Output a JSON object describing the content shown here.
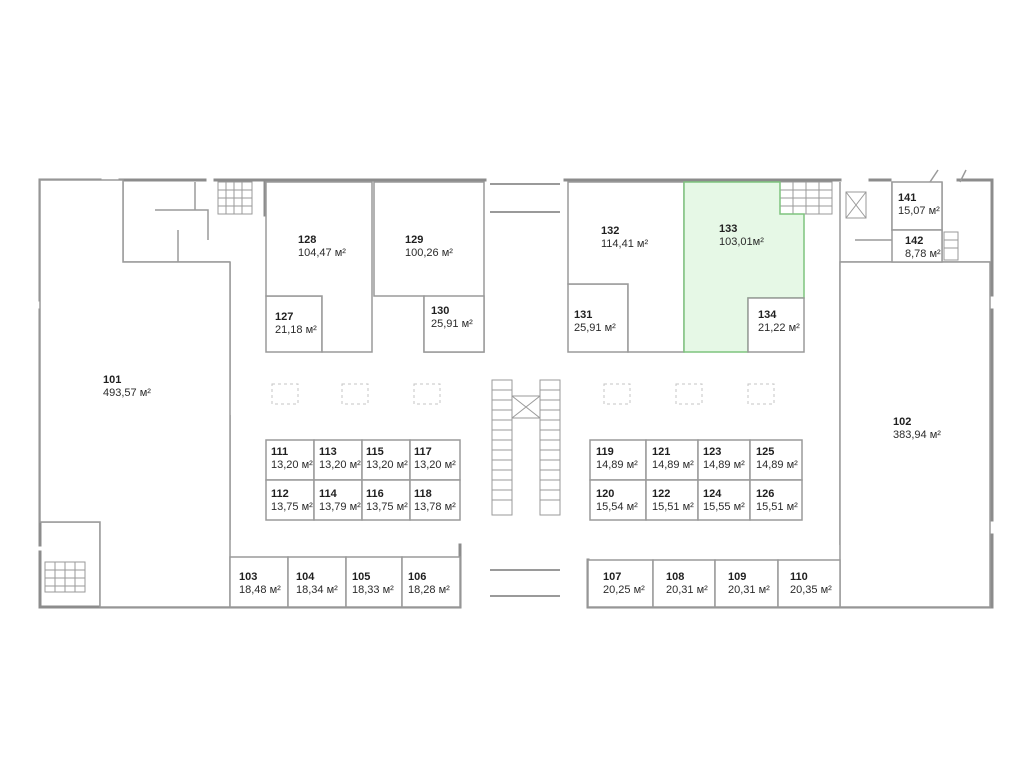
{
  "units": [
    {
      "num": "101",
      "area": "493,57 м²"
    },
    {
      "num": "102",
      "area": "383,94 м²"
    },
    {
      "num": "103",
      "area": "18,48 м²"
    },
    {
      "num": "104",
      "area": "18,34 м²"
    },
    {
      "num": "105",
      "area": "18,33 м²"
    },
    {
      "num": "106",
      "area": "18,28 м²"
    },
    {
      "num": "107",
      "area": "20,25 м²"
    },
    {
      "num": "108",
      "area": "20,31 м²"
    },
    {
      "num": "109",
      "area": "20,31 м²"
    },
    {
      "num": "110",
      "area": "20,35 м²"
    },
    {
      "num": "111",
      "area": "13,20 м²"
    },
    {
      "num": "112",
      "area": "13,75 м²"
    },
    {
      "num": "113",
      "area": "13,20 м²"
    },
    {
      "num": "114",
      "area": "13,79 м²"
    },
    {
      "num": "115",
      "area": "13,20 м²"
    },
    {
      "num": "116",
      "area": "13,75 м²"
    },
    {
      "num": "117",
      "area": "13,20 м²"
    },
    {
      "num": "118",
      "area": "13,78 м²"
    },
    {
      "num": "119",
      "area": "14,89 м²"
    },
    {
      "num": "120",
      "area": "15,54 м²"
    },
    {
      "num": "121",
      "area": "14,89 м²"
    },
    {
      "num": "122",
      "area": "15,51 м²"
    },
    {
      "num": "123",
      "area": "14,89 м²"
    },
    {
      "num": "124",
      "area": "15,55 м²"
    },
    {
      "num": "125",
      "area": "14,89 м²"
    },
    {
      "num": "126",
      "area": "15,51 м²"
    },
    {
      "num": "127",
      "area": "21,18 м²"
    },
    {
      "num": "128",
      "area": "104,47 м²"
    },
    {
      "num": "129",
      "area": "100,26 м²"
    },
    {
      "num": "130",
      "area": "25,91 м²"
    },
    {
      "num": "131",
      "area": "25,91 м²"
    },
    {
      "num": "132",
      "area": "114,41 м²"
    },
    {
      "num": "133",
      "area": "103,01м²"
    },
    {
      "num": "134",
      "area": "21,22 м²"
    },
    {
      "num": "141",
      "area": "15,07 м²"
    },
    {
      "num": "142",
      "area": "8,78 м²"
    }
  ],
  "selected_unit": "133",
  "colors": {
    "selected_fill": "#e6f8e6",
    "selected_stroke": "#7fc47f",
    "wall": "#8c8c8c"
  }
}
